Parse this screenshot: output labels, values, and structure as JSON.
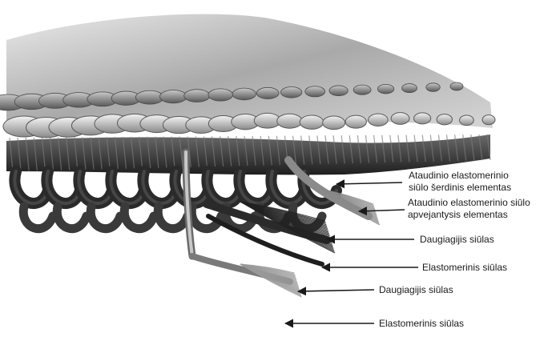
{
  "diagram": {
    "labels": [
      {
        "id": "core",
        "lines": [
          "Ataudinio elastomerinio",
          "siūlo šerdinis elementas"
        ]
      },
      {
        "id": "wrap",
        "lines": [
          "Ataudinio elastomerinio siūlo",
          "apvejantysis elementas"
        ]
      },
      {
        "id": "multi1",
        "lines": [
          "Daugiagijis siūlas"
        ]
      },
      {
        "id": "elast1",
        "lines": [
          "Elastomerinis siūlas"
        ]
      },
      {
        "id": "multi2",
        "lines": [
          "Daugiagijis siūlas"
        ]
      },
      {
        "id": "elast2",
        "lines": [
          "Elastomerinis siūlas"
        ]
      }
    ],
    "colors": {
      "background": "#ffffff",
      "dark_yarn": "#3a3a3a",
      "mid_yarn": "#8a8a8a",
      "light_yarn": "#d6d6d6",
      "arrow": "#1a1a1a"
    }
  }
}
